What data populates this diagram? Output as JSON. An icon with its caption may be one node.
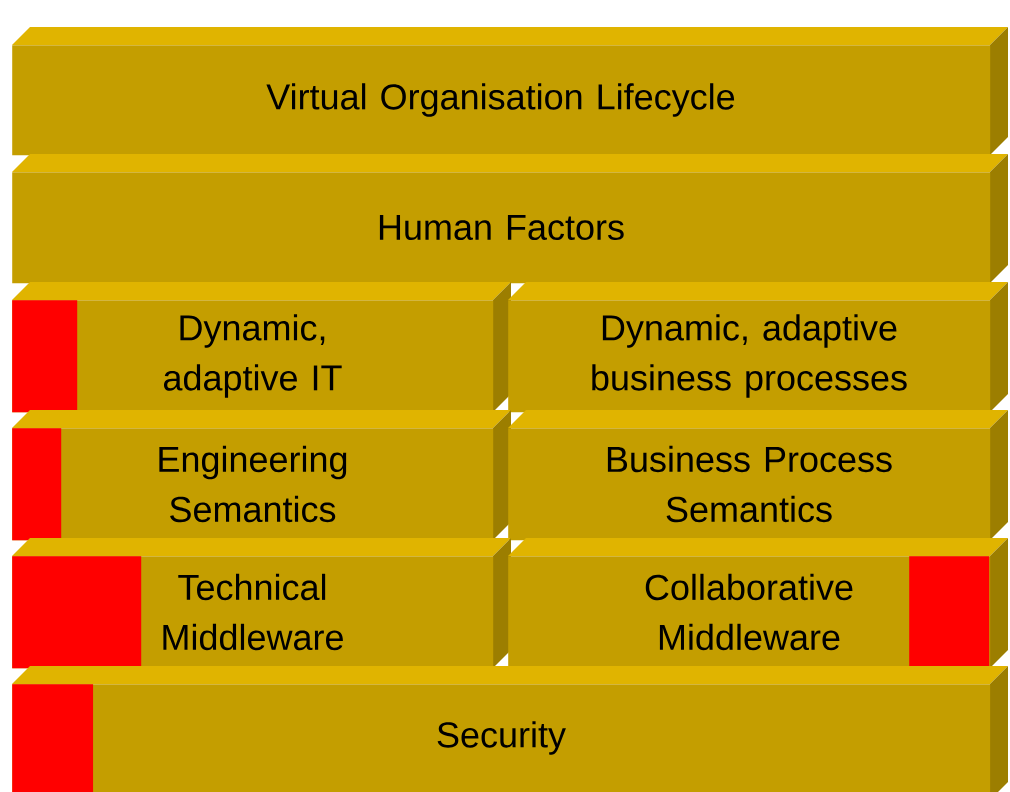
{
  "diagram": {
    "nodes": [
      {
        "text": [
          "Virtual Organisation Lifecycle"
        ]
      },
      {
        "text": [
          "Human Factors"
        ]
      },
      {
        "text": [
          "Dynamic, adaptive IT"
        ]
      },
      {
        "text": [],
        "shape": "box",
        "in": 2
      },
      {
        "text": [
          "Dynamic, adaptive business processes"
        ]
      },
      {
        "text": [
          "Engineering Semantics"
        ]
      },
      {
        "text": [],
        "shape": "box",
        "in": 5
      },
      {
        "text": [
          "Business Process Semantics"
        ]
      },
      {
        "text": [
          "Technical Middleware"
        ]
      },
      {
        "text": [],
        "shape": "box",
        "in": 8
      },
      {
        "text": [
          "Collaborative Middleware"
        ]
      },
      {
        "text": [],
        "shape": "box",
        "in": 10
      },
      {
        "text": [
          "Security"
        ]
      },
      {
        "text": [],
        "shape": "box",
        "in": 12
      }
    ]
  }
}
